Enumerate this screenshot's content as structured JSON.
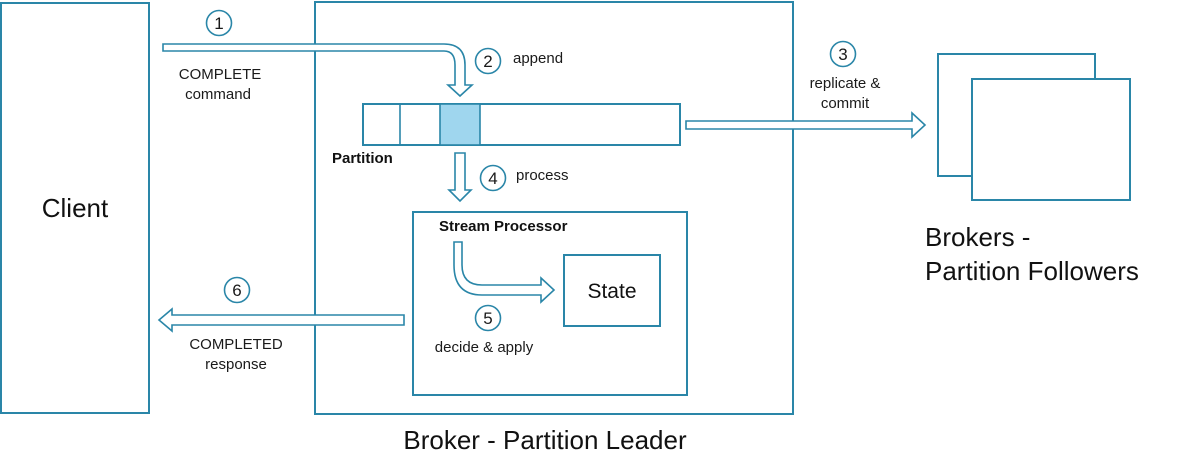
{
  "client": {
    "label": "Client"
  },
  "leader": {
    "caption": "Broker - Partition Leader"
  },
  "followers": {
    "caption_line1": "Brokers -",
    "caption_line2": "Partition Followers"
  },
  "partition": {
    "label": "Partition"
  },
  "processor": {
    "label": "Stream Processor"
  },
  "state": {
    "label": "State"
  },
  "steps": {
    "s1": {
      "number": "1",
      "line1": "COMPLETE",
      "line2": "command"
    },
    "s2": {
      "number": "2",
      "line1": "append"
    },
    "s3": {
      "number": "3",
      "line1": "replicate &",
      "line2": "commit"
    },
    "s4": {
      "number": "4",
      "line1": "process"
    },
    "s5": {
      "number": "5",
      "line1": "decide & apply"
    },
    "s6": {
      "number": "6",
      "line1": "COMPLETED",
      "line2": "response"
    }
  },
  "colors": {
    "stroke": "#2a86a8",
    "highlight": "#9fd6ee"
  }
}
